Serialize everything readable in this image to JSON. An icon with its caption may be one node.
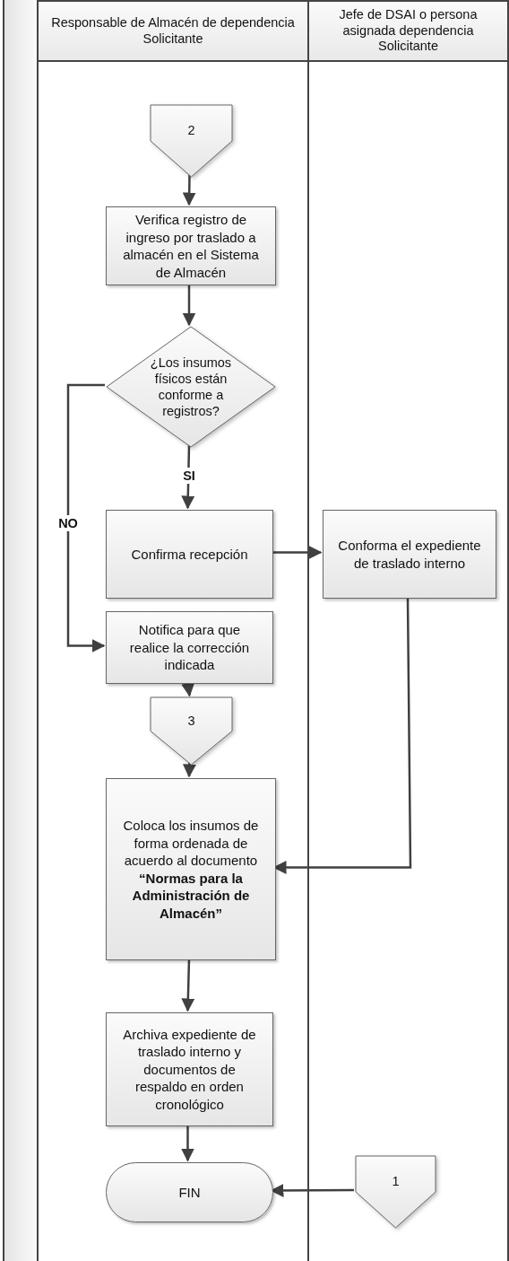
{
  "diagram": {
    "nodes": [
      {
        "text": [
          "Responsable de Almacén de dependencia Solicitante"
        ]
      },
      {
        "text": [
          "Jefe de DSAI o persona asignada dependencia Solicitante"
        ]
      },
      {
        "text": [
          "2"
        ],
        "in": 0
      },
      {
        "text": [
          "Verifica registro de ingreso por traslado a almacén en el Sistema de Almacén"
        ],
        "in": 0
      },
      {
        "text": [
          "¿Los insumos físicos están conforme a registros?"
        ],
        "in": 0
      },
      {
        "text": [
          "Confirma recepción"
        ],
        "in": 0
      },
      {
        "text": [
          "Conforma el expediente de traslado interno"
        ],
        "in": 1
      },
      {
        "text": [
          "Notifica para que realice la corrección indicada"
        ],
        "in": 0
      },
      {
        "text": [
          "3"
        ],
        "in": 0
      },
      {
        "text": [
          "Coloca los insumos de forma ordenada de acuerdo al documento **“Normas para la Administración de Almacén”**"
        ],
        "in": 0
      },
      {
        "text": [
          "Archiva expediente de traslado interno y documentos de respaldo en orden cronológico"
        ],
        "in": 0
      },
      {
        "text": [
          "FIN"
        ],
        "in": 0
      },
      {
        "text": [
          "1"
        ],
        "in": 1
      }
    ],
    "edges": [
      {
        "from": 2,
        "to": 3,
        "arrow": "to"
      },
      {
        "from": 3,
        "to": 4,
        "arrow": "to"
      },
      {
        "from": 4,
        "to": 5,
        "arrow": "to",
        "label": "SI"
      },
      {
        "from": 4,
        "to": 7,
        "arrow": "to",
        "label": "NO"
      },
      {
        "from": 5,
        "to": 6,
        "arrow": "to"
      },
      {
        "from": 6,
        "to": 9,
        "arrow": "to"
      },
      {
        "from": 7,
        "to": 8,
        "arrow": "to"
      },
      {
        "from": 8,
        "to": 9,
        "arrow": "to"
      },
      {
        "from": 9,
        "to": 10,
        "arrow": "to"
      },
      {
        "from": 10,
        "to": 11,
        "arrow": "to"
      },
      {
        "from": 12,
        "to": 11,
        "arrow": "to"
      }
    ]
  }
}
